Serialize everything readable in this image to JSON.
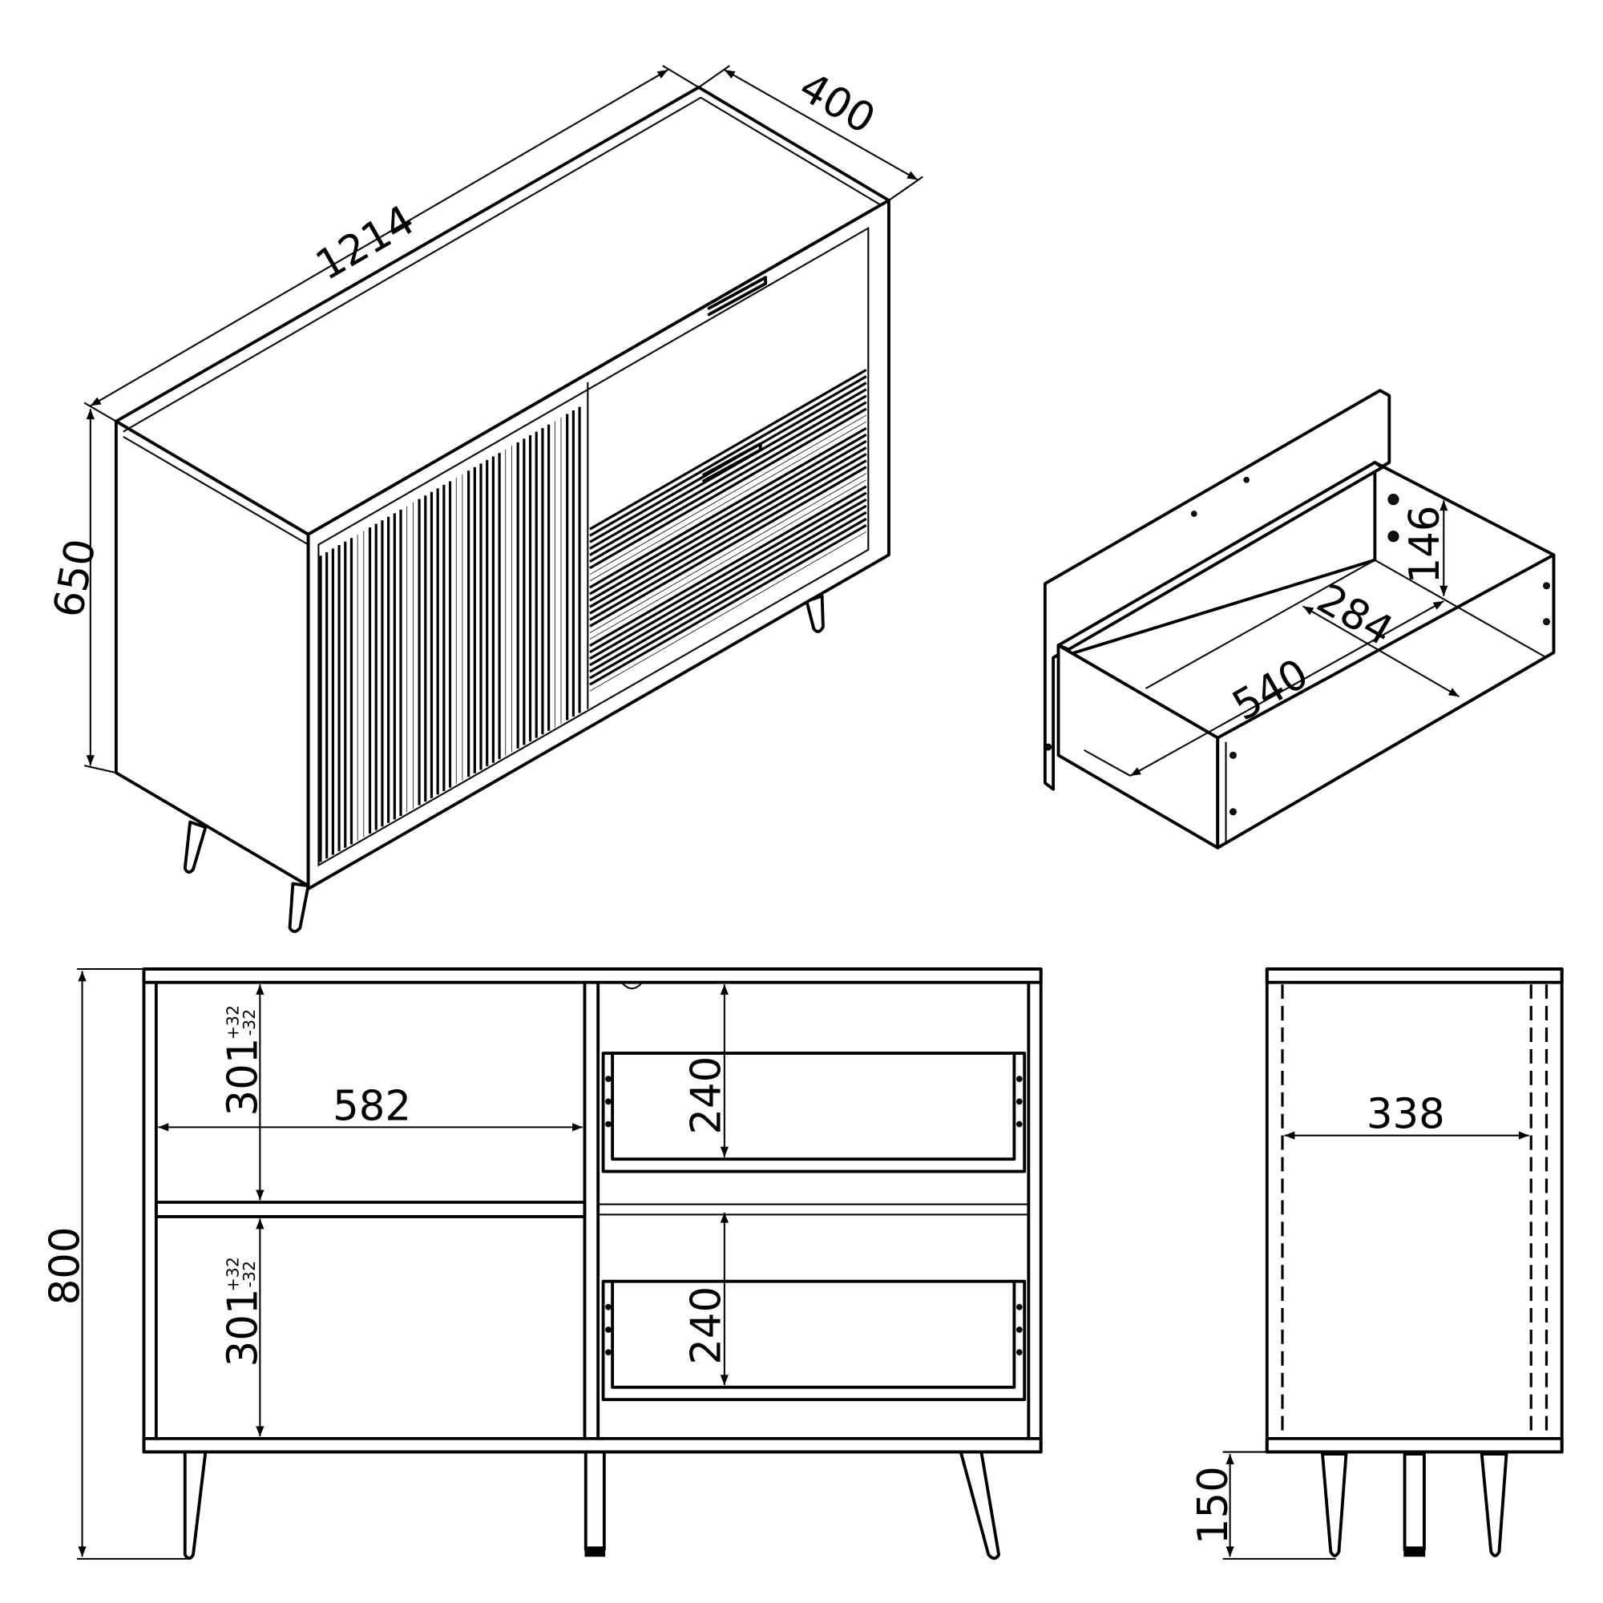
{
  "isometric_view": {
    "width": "1214",
    "depth": "400",
    "height": "650"
  },
  "drawer_view": {
    "inner_height": "146",
    "inner_depth": "284",
    "inner_length": "540"
  },
  "front_view": {
    "total_height": "800",
    "shelf_width": "582",
    "upper_shelf_height": "301",
    "lower_shelf_height": "301",
    "tolerance_plus": "+32",
    "tolerance_minus": "-32",
    "upper_drawer_height": "240",
    "lower_drawer_height": "240"
  },
  "side_view": {
    "inner_depth": "338",
    "leg_height": "150"
  }
}
